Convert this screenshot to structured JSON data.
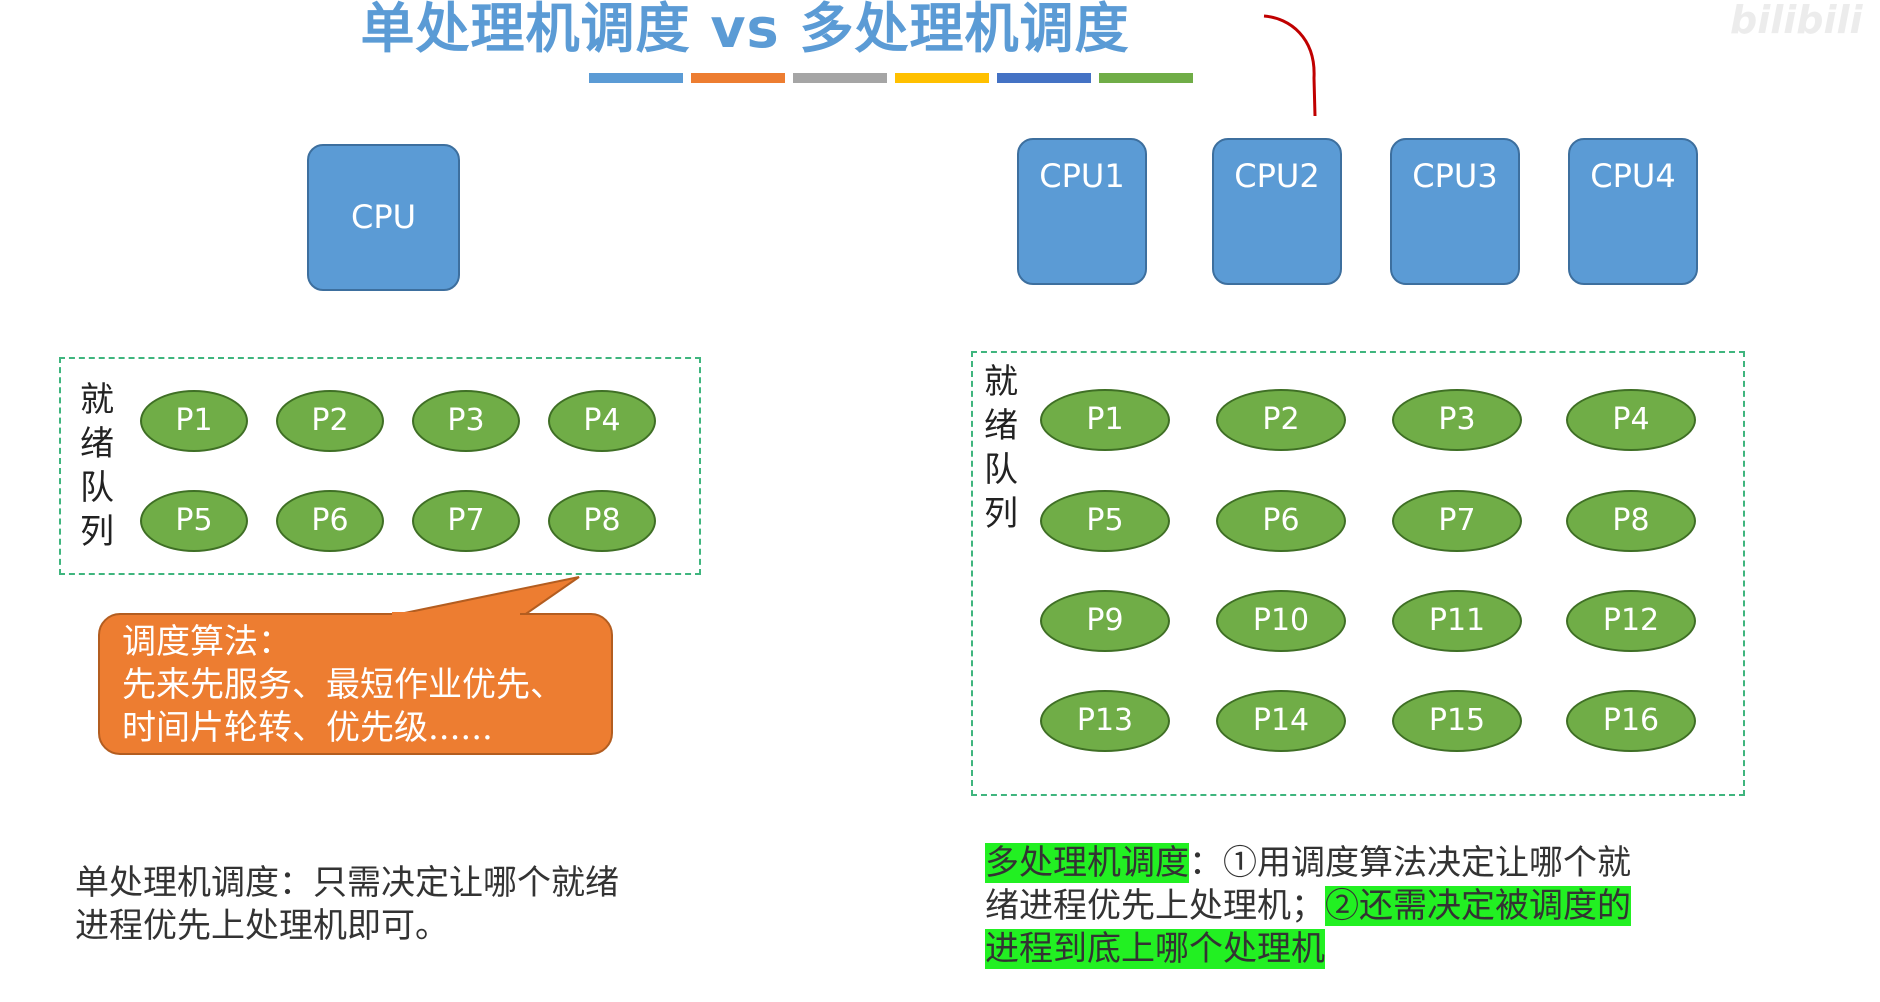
{
  "title": "单处理机调度 vs 多处理机调度",
  "color_bars": [
    "#5b9bd5",
    "#ed7d31",
    "#a5a5a5",
    "#ffc000",
    "#4472c4",
    "#70ad47"
  ],
  "single": {
    "cpu_label": "CPU",
    "queue_label": [
      "就",
      "绪",
      "队",
      "列"
    ],
    "processes": [
      "P1",
      "P2",
      "P3",
      "P4",
      "P5",
      "P6",
      "P7",
      "P8"
    ],
    "callout": {
      "line1": "调度算法：",
      "line2": "先来先服务、最短作业优先、",
      "line3": "时间片轮转、优先级......"
    },
    "note": {
      "line1": "单处理机调度：只需决定让哪个就绪",
      "line2": "进程优先上处理机即可。"
    }
  },
  "multi": {
    "cpus": [
      "CPU1",
      "CPU2",
      "CPU3",
      "CPU4"
    ],
    "queue_label": [
      "就",
      "绪",
      "队",
      "列"
    ],
    "processes": [
      "P1",
      "P2",
      "P3",
      "P4",
      "P5",
      "P6",
      "P7",
      "P8",
      "P9",
      "P10",
      "P11",
      "P12",
      "P13",
      "P14",
      "P15",
      "P16"
    ],
    "note": {
      "hl1": "多处理机调度",
      "text1": "：①用调度算法决定让哪个就",
      "text2": "绪进程优先上处理机；",
      "hl2": "②还需决定被调度的",
      "hl3": "进程到底上哪个处理机"
    }
  },
  "watermark": "bilibili",
  "colors": {
    "cpu": "#5b9bd5",
    "process": "#70ad47",
    "callout": "#ed7d31",
    "highlight": "#22f022",
    "queue_border": "#3fb57e",
    "annotation": "#c00000"
  }
}
